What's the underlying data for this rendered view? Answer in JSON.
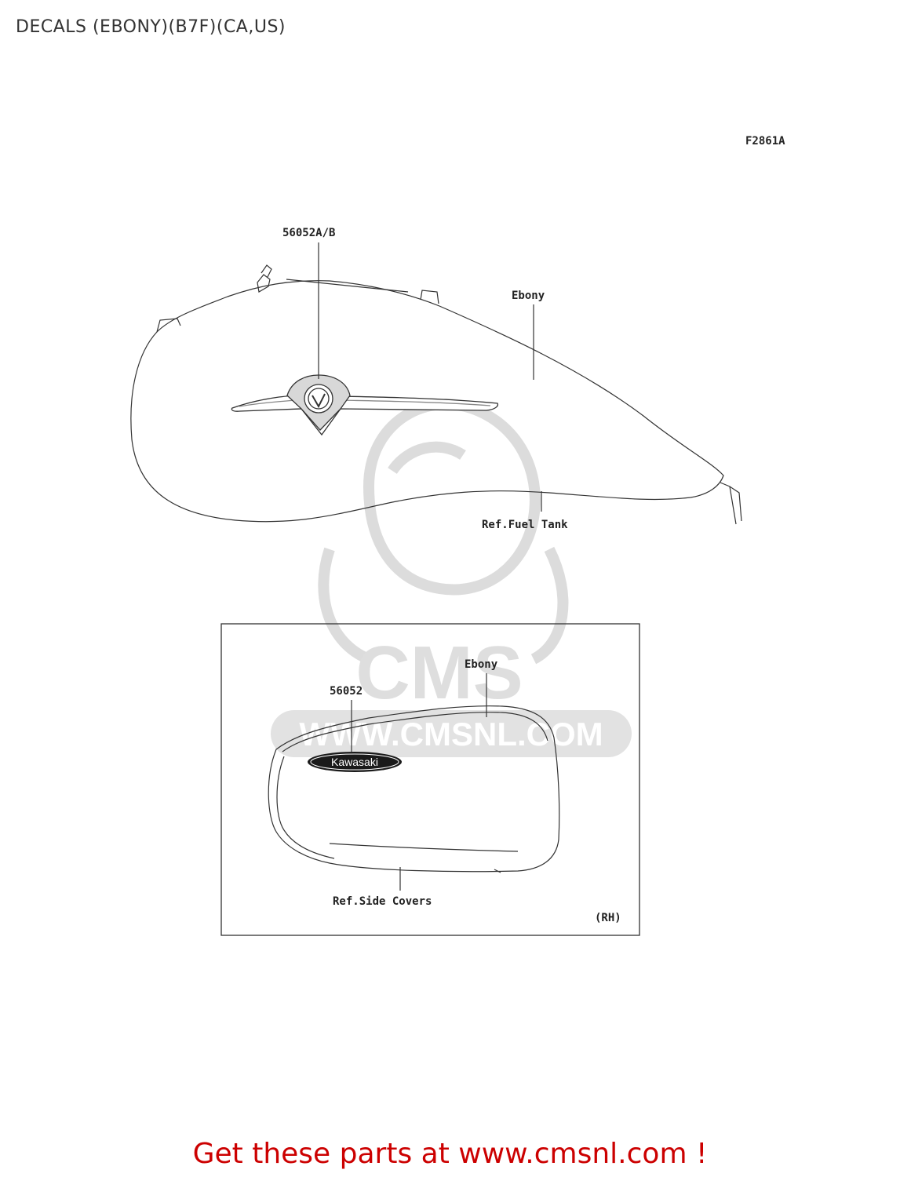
{
  "title": "DECALS (EBONY)(B7F)(CA,US)",
  "figure_code": "F2861A",
  "labels": {
    "tank_part": "56052A/B",
    "tank_color": "Ebony",
    "tank_ref": "Ref.Fuel Tank",
    "cover_part": "56052",
    "cover_color": "Ebony",
    "cover_ref": "Ref.Side Covers",
    "cover_side": "(RH)",
    "kawasaki_logo": "Kawasaki"
  },
  "watermark": {
    "brand": "CMS",
    "url": "WWW.CMSNL.COM"
  },
  "footer": "Get these parts at www.cmsnl.com !",
  "colors": {
    "footer": "#cc0000",
    "lines": "#333333",
    "watermark": "#d9d9d9"
  }
}
